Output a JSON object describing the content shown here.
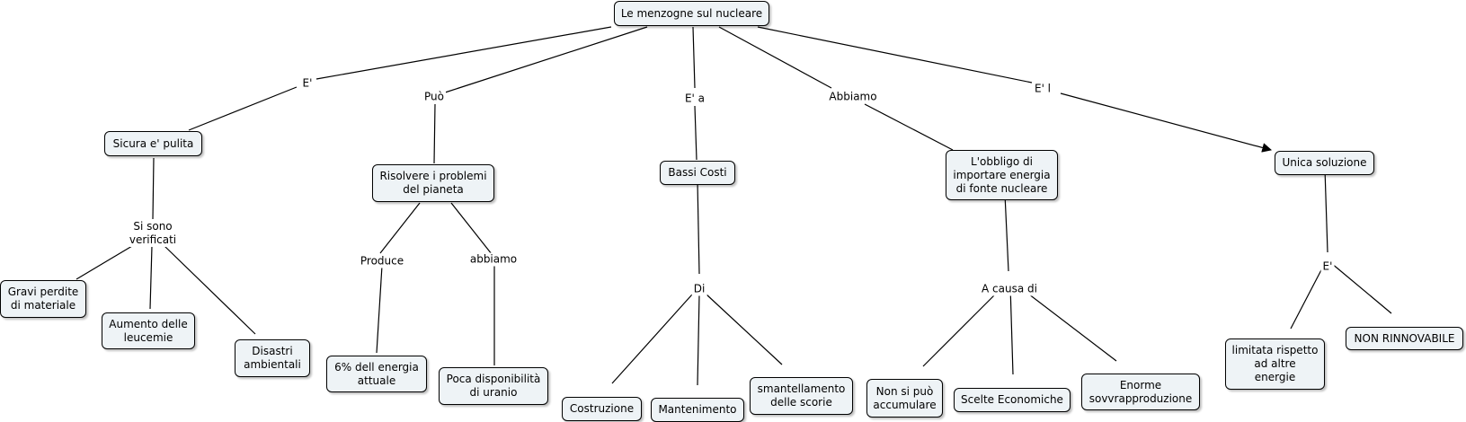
{
  "concepts": {
    "root": "Le menzogne sul nucleare",
    "sicura": "Sicura e' pulita",
    "risolvere": "Risolvere i problemi\ndel pianeta",
    "bassi": "Bassi Costi",
    "obbligo": "L'obbligo di\nimportare energia\ndi fonte nucleare",
    "unica": "Unica soluzione",
    "gravi": "Gravi perdite\ndi materiale",
    "leucemie": "Aumento delle\nleucemie",
    "disastri": "Disastri\nambientali",
    "energia6": "6% dell energia\nattuale",
    "uranio": "Poca disponibilità\ndi uranio",
    "costruzione": "Costruzione",
    "mantenimento": "Mantenimento",
    "smantellamento": "smantellamento\ndelle scorie",
    "accumulare": "Non si può\naccumulare",
    "scelte": "Scelte Economiche",
    "sovvrapp": "Enorme\nsovvrapproduzione",
    "limitata": "limitata rispetto\nad altre\nenergie",
    "nonrinn": "NON RINNOVABILE"
  },
  "link_phrases": {
    "e1": "E'",
    "puo": "Può",
    "ea": "E' a",
    "abbiamo1": "Abbiamo",
    "el": "E' l",
    "verificati": "Si sono\nverificati",
    "produce": "Produce",
    "abbiamo2": "abbiamo",
    "di": "Di",
    "acausa": "A causa di",
    "e2": "E'"
  },
  "colors": {
    "node_fill": "#eef3f6",
    "node_border": "#000000",
    "line": "#000000",
    "background": "#ffffff"
  }
}
